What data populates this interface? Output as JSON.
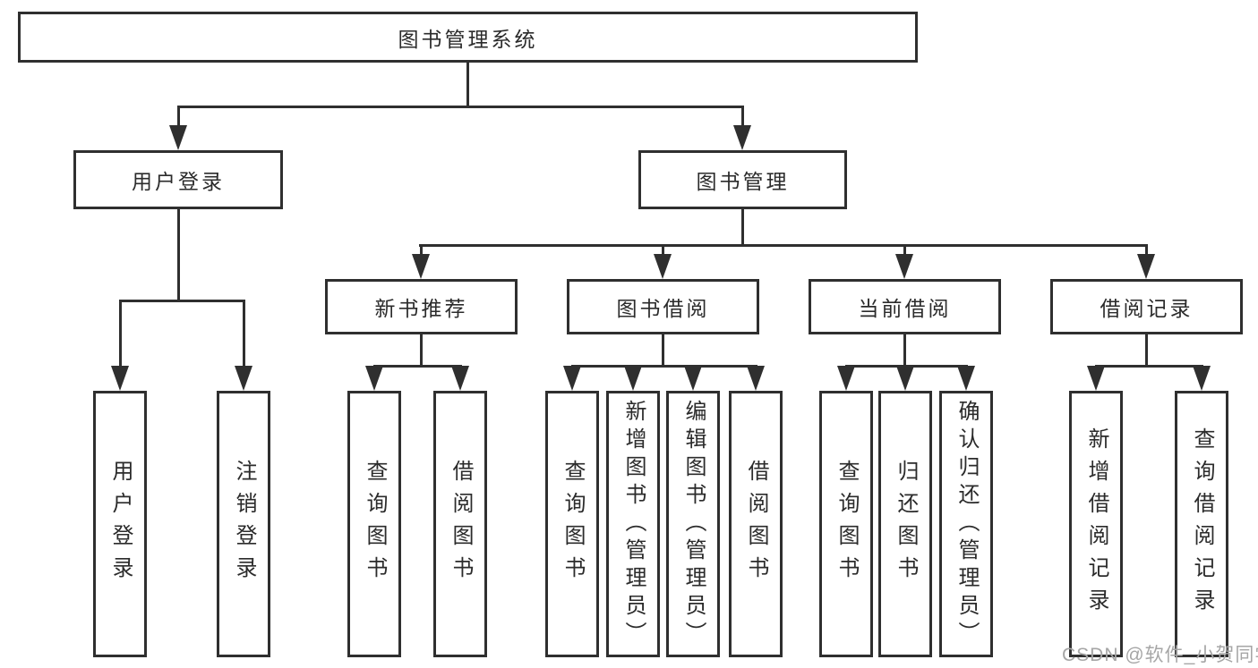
{
  "diagram": {
    "root": {
      "label": "图书管理系统"
    },
    "level2": [
      {
        "label": "用户登录",
        "children": [
          "用户登录",
          "注销登录"
        ]
      },
      {
        "label": "图书管理",
        "children": [
          {
            "label": "新书推荐",
            "children": [
              "查询图书",
              "借阅图书"
            ]
          },
          {
            "label": "图书借阅",
            "children": [
              "查询图书",
              "新增图书（管理员）",
              "编辑图书（管理员）",
              "借阅图书"
            ]
          },
          {
            "label": "当前借阅",
            "children": [
              "查询图书",
              "归还图书",
              "确认归还（管理员）"
            ]
          },
          {
            "label": "借阅记录",
            "children": [
              "新增借阅记录",
              "查询借阅记录"
            ]
          }
        ]
      }
    ]
  },
  "watermark": {
    "text": "CSDN @软件_小贺同学"
  },
  "colors": {
    "line": "#2f2f2f",
    "text": "#2b2b2b",
    "watermark": "#a6a6a6",
    "background": "#ffffff"
  }
}
